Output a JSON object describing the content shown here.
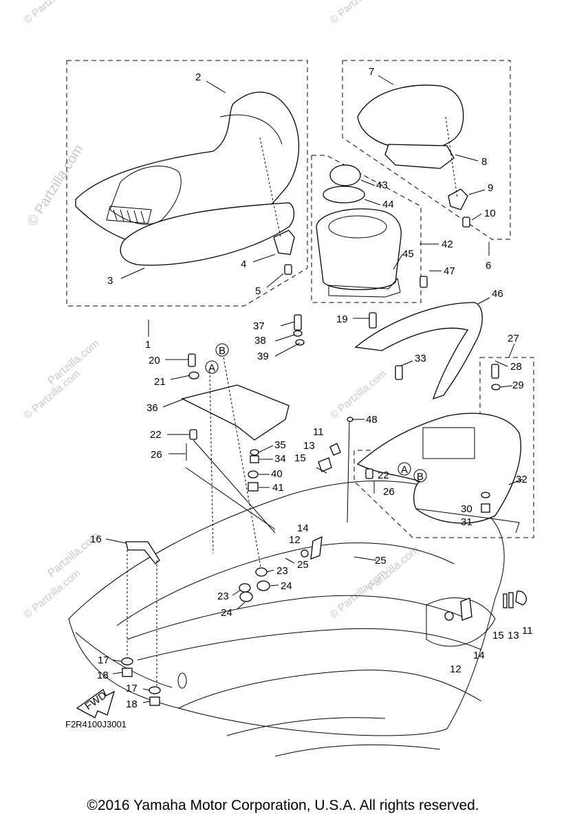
{
  "watermark": {
    "side_text": "© Partzilla.com",
    "tile_text": "© Partzilla.com",
    "center_text": "Partzilla.com"
  },
  "figure_code": "F2R4100J3001",
  "copyright": "©2016  Yamaha Motor Corporation, U.S.A. All rights reserved.",
  "ref_letters": {
    "a": "A",
    "b": "B"
  },
  "fwd_label": "FWD",
  "callouts": {
    "n1": "1",
    "n2": "2",
    "n3": "3",
    "n4": "4",
    "n5": "5",
    "n6": "6",
    "n7": "7",
    "n8": "8",
    "n9": "9",
    "n10": "10",
    "n11": "11",
    "n12": "12",
    "n13": "13",
    "n14": "14",
    "n15": "15",
    "n16": "16",
    "n17": "17",
    "n18": "18",
    "n19": "19",
    "n20": "20",
    "n21": "21",
    "n22": "22",
    "n23": "23",
    "n24": "24",
    "n25": "25",
    "n26": "26",
    "n27": "27",
    "n28": "28",
    "n29": "29",
    "n30": "30",
    "n31": "31",
    "n32": "32",
    "n33": "33",
    "n34": "34",
    "n35": "35",
    "n36": "36",
    "n37": "37",
    "n38": "38",
    "n39": "39",
    "n40": "40",
    "n41": "41",
    "n42": "42",
    "n43": "43",
    "n44": "44",
    "n45": "45",
    "n46": "46",
    "n47": "47",
    "n48": "48"
  }
}
